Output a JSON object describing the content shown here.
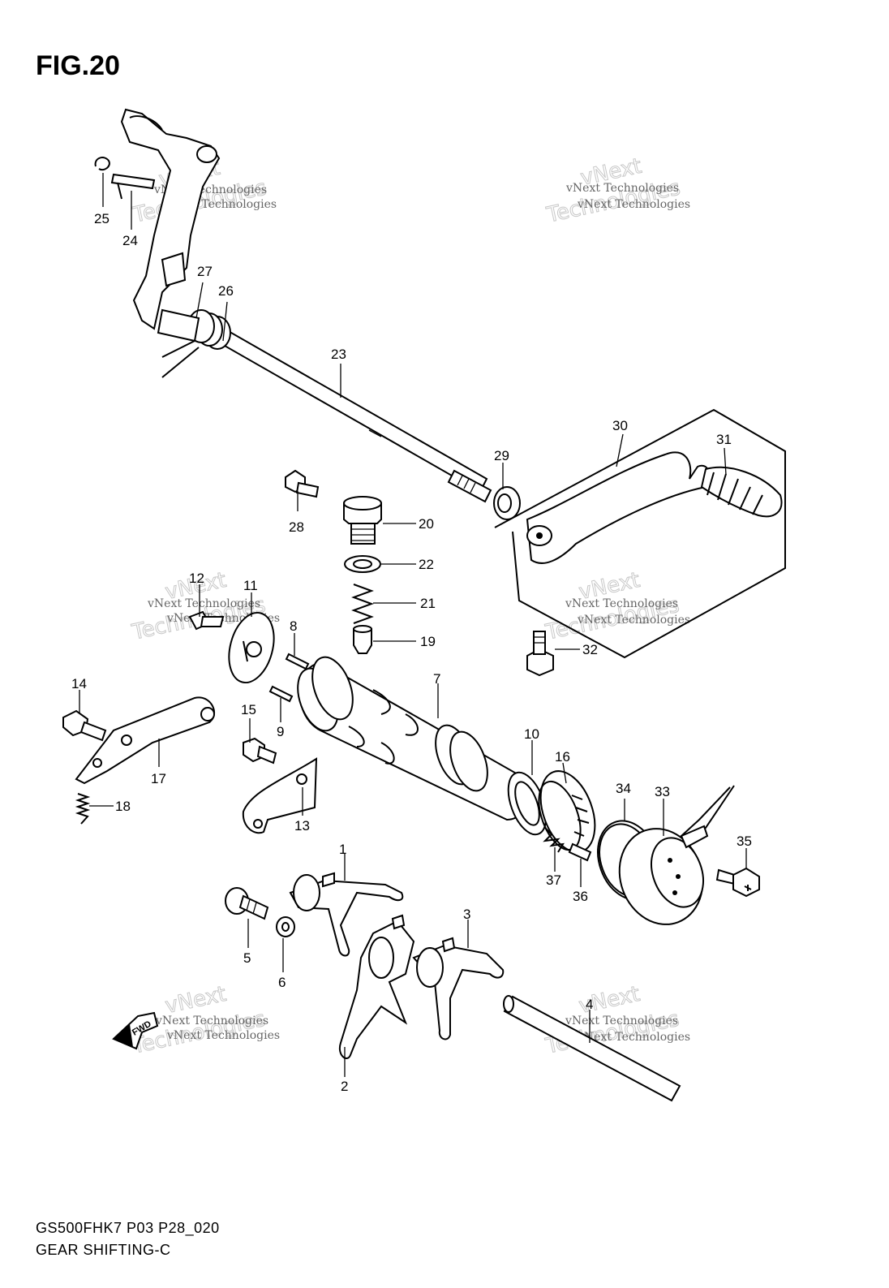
{
  "figure": {
    "title": "FIG.20",
    "model_code": "GS500FHK7 P03 P28_020",
    "name": "GEAR SHIFTING-C"
  },
  "watermark": {
    "line1": "vNext Technologies",
    "line2": "vNext",
    "line3": "Technologies"
  },
  "fwd_label": "FWD",
  "callouts": [
    "1",
    "2",
    "3",
    "4",
    "5",
    "6",
    "7",
    "8",
    "9",
    "10",
    "11",
    "12",
    "13",
    "14",
    "15",
    "16",
    "17",
    "18",
    "19",
    "20",
    "21",
    "22",
    "23",
    "24",
    "25",
    "26",
    "27",
    "28",
    "29",
    "30",
    "31",
    "32",
    "33",
    "34",
    "35",
    "36",
    "37"
  ]
}
